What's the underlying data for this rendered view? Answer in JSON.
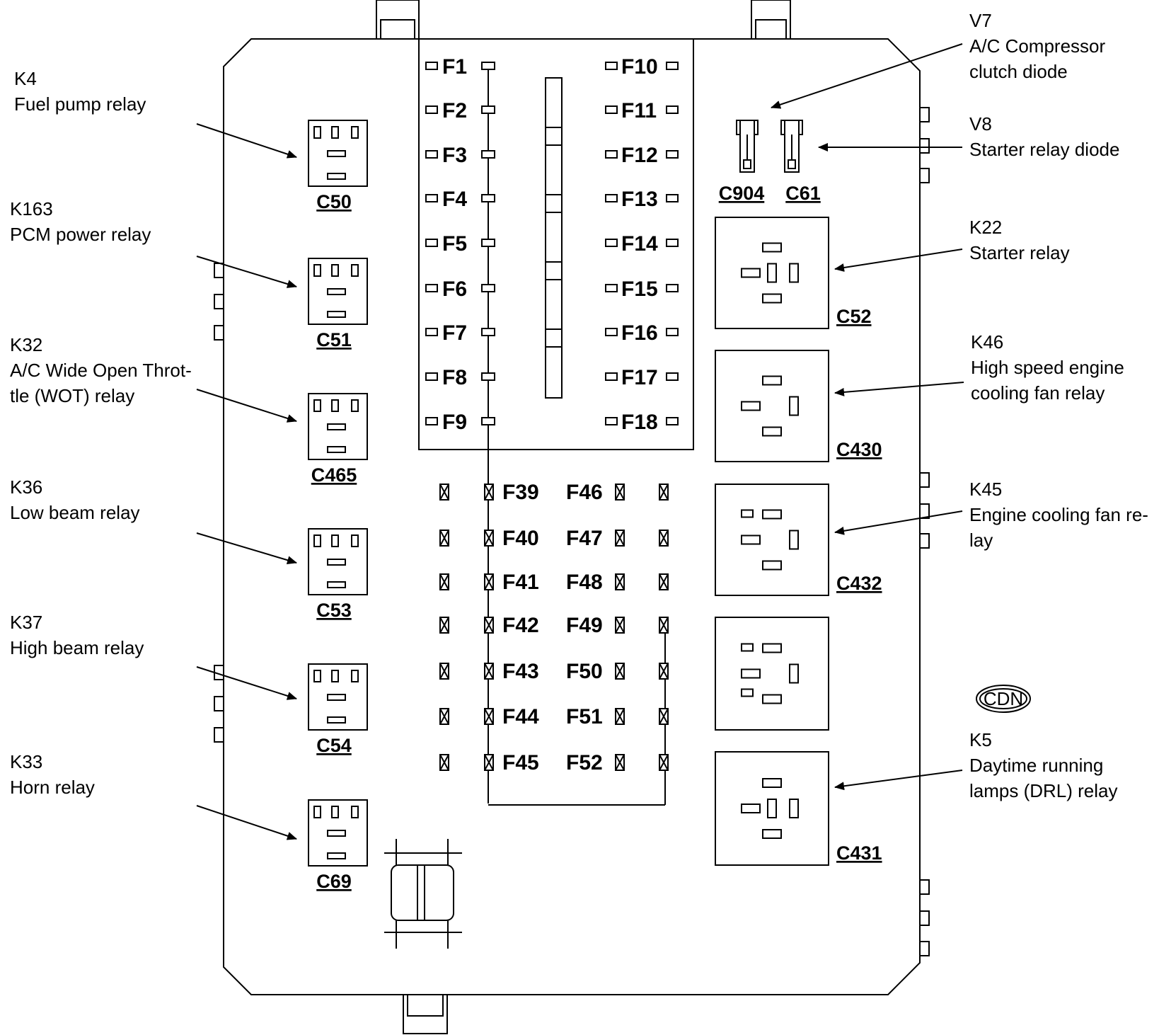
{
  "colors": {
    "line": "#000000",
    "background": "#ffffff"
  },
  "callouts": [
    {
      "id": "K4",
      "lines": [
        "K4",
        "Fuel pump relay"
      ]
    },
    {
      "id": "K163",
      "lines": [
        "K163",
        "PCM power relay"
      ]
    },
    {
      "id": "K32",
      "lines": [
        "K32",
        "A/C Wide Open Throt-",
        "tle (WOT) relay"
      ]
    },
    {
      "id": "K36",
      "lines": [
        "K36",
        "Low beam relay"
      ]
    },
    {
      "id": "K37",
      "lines": [
        "K37",
        "High beam relay"
      ]
    },
    {
      "id": "K33",
      "lines": [
        "K33",
        "Horn relay"
      ]
    },
    {
      "id": "V7",
      "lines": [
        "V7",
        "A/C Compressor",
        "clutch diode"
      ]
    },
    {
      "id": "V8",
      "lines": [
        "V8",
        "Starter relay diode"
      ]
    },
    {
      "id": "K22",
      "lines": [
        "K22",
        "Starter relay"
      ]
    },
    {
      "id": "K46",
      "lines": [
        "K46",
        "High speed engine",
        "cooling fan relay"
      ]
    },
    {
      "id": "K45",
      "lines": [
        "K45",
        "Engine cooling fan re-",
        "lay"
      ]
    },
    {
      "id": "K5",
      "lines": [
        "K5",
        "Daytime running",
        "lamps (DRL) relay"
      ]
    }
  ],
  "left_connectors": [
    "C50",
    "C51",
    "C465",
    "C53",
    "C54",
    "C69"
  ],
  "diode_connectors": [
    "C904",
    "C61"
  ],
  "right_connectors": [
    "C52",
    "C430",
    "C432",
    "",
    "C431"
  ],
  "fuses_left": [
    "F1",
    "F2",
    "F3",
    "F4",
    "F5",
    "F6",
    "F7",
    "F8",
    "F9"
  ],
  "fuses_right": [
    "F10",
    "F11",
    "F12",
    "F13",
    "F14",
    "F15",
    "F16",
    "F17",
    "F18"
  ],
  "maxi_fuses_left": [
    "F39",
    "F40",
    "F41",
    "F42",
    "F43",
    "F44",
    "F45"
  ],
  "maxi_fuses_right": [
    "F46",
    "F47",
    "F48",
    "F49",
    "F50",
    "F51",
    "F52"
  ],
  "badge": "CDN"
}
